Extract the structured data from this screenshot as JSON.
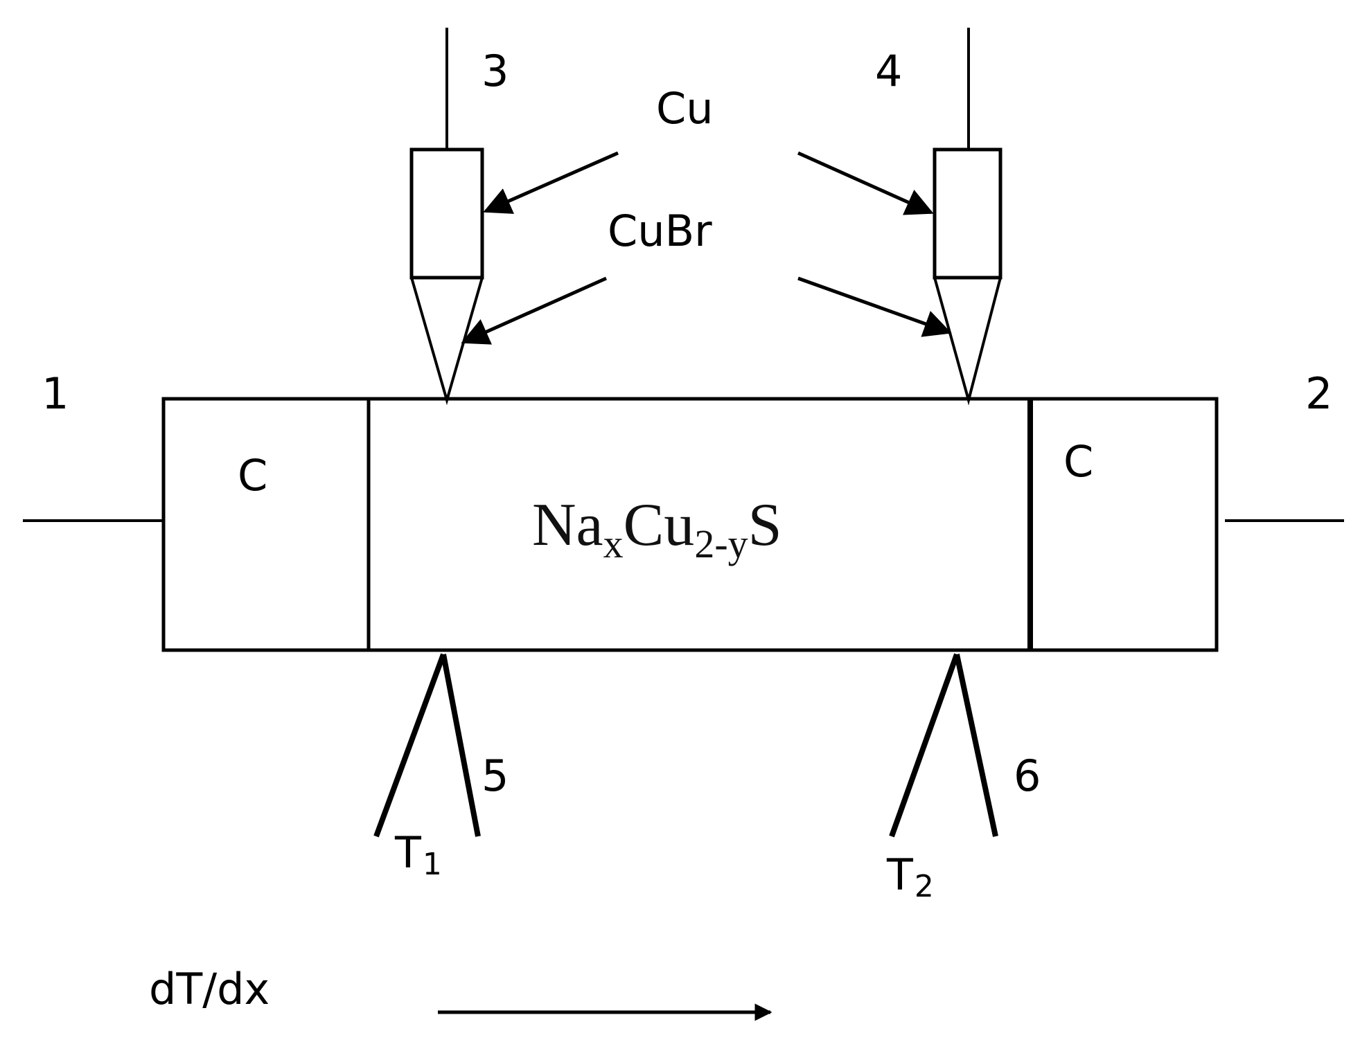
{
  "labels": {
    "terminal_1": "1",
    "terminal_2": "2",
    "probe_3": "3",
    "probe_4": "4",
    "thermocouple_5": "5",
    "thermocouple_6": "6",
    "cu": "Cu",
    "cubr": "CuBr",
    "carbon_left": "C",
    "carbon_right": "C",
    "t1_main": "T",
    "t1_sub": "1",
    "t2_main": "T",
    "t2_sub": "2",
    "gradient": "dT/dx"
  },
  "sample": {
    "na": "Na",
    "x": "x",
    "cu": "Cu",
    "two_minus_y": "2-y",
    "s": "S"
  }
}
